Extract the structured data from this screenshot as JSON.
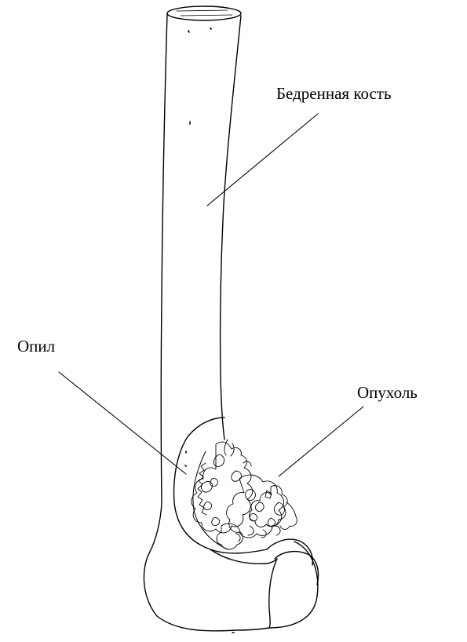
{
  "labels": {
    "femur": "Бедренная кость",
    "cut": "Опил",
    "tumor": "Опухоль"
  },
  "colors": {
    "ink": "#000000",
    "background": "#ffffff"
  }
}
